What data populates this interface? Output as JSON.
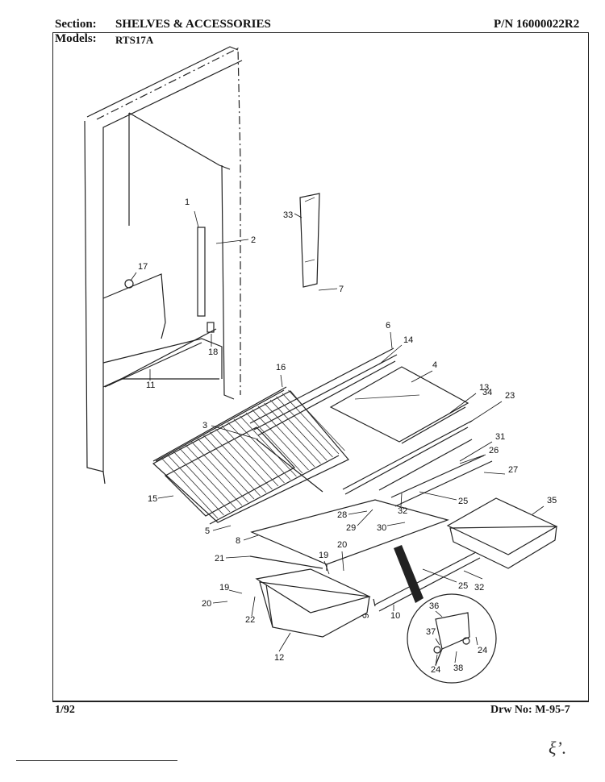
{
  "header": {
    "section_label": "Section:",
    "section_value": "SHELVES & ACCESSORIES",
    "pn": "P/N 16000022R2",
    "models_label": "Models:",
    "models_value": "RTS17A"
  },
  "footer": {
    "date": "1/92",
    "drawing_no": "Drw No: M-95-7"
  },
  "callouts": [
    "1",
    "2",
    "3",
    "4",
    "5",
    "6",
    "7",
    "8",
    "9",
    "10",
    "11",
    "12",
    "13",
    "14",
    "15",
    "16",
    "17",
    "18",
    "19",
    "20",
    "21",
    "22",
    "23",
    "24",
    "25",
    "26",
    "27",
    "28",
    "29",
    "30",
    "31",
    "32",
    "33",
    "34",
    "35",
    "36",
    "37",
    "38"
  ],
  "margin_note": "ξ’."
}
